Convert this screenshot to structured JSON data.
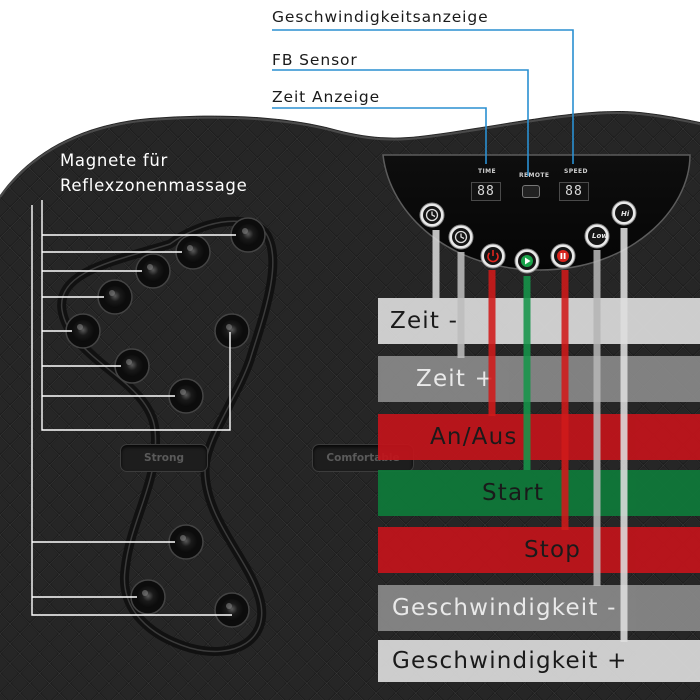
{
  "callouts": {
    "speed_display": "Geschwindigkeitsanzeige",
    "remote_sensor": "FB Sensor",
    "time_display": "Zeit Anzeige"
  },
  "magnets": {
    "line1": "Magnete für",
    "line2": "Reflexzonenmassage"
  },
  "control_panel": {
    "time_caption": "TIME",
    "remote_caption": "REMOTE",
    "speed_caption": "SPEED",
    "time_readout": "88",
    "speed_readout": "88",
    "low_caption": "Low",
    "hi_caption": "Hi"
  },
  "platform": {
    "plate_left": "Strong",
    "plate_right": "Comfortable"
  },
  "bands": [
    {
      "label": "Zeit -",
      "style": "light-gray"
    },
    {
      "label": "Zeit +",
      "style": "mid-gray"
    },
    {
      "label": "An/Aus",
      "style": "red"
    },
    {
      "label": "Start",
      "style": "green"
    },
    {
      "label": "Stop",
      "style": "red"
    },
    {
      "label": "Geschwindigkeit -",
      "style": "mid-gray"
    },
    {
      "label": "Geschwindigkeit +",
      "style": "light-gray"
    }
  ],
  "colors": {
    "leader_blue": "#2a8fd1",
    "band_red": "#c3141b",
    "band_green": "#0f7a3a",
    "band_light_gray": "#dadada",
    "band_mid_gray": "#8c8c8c",
    "platform_black": "#1b1b1b"
  }
}
